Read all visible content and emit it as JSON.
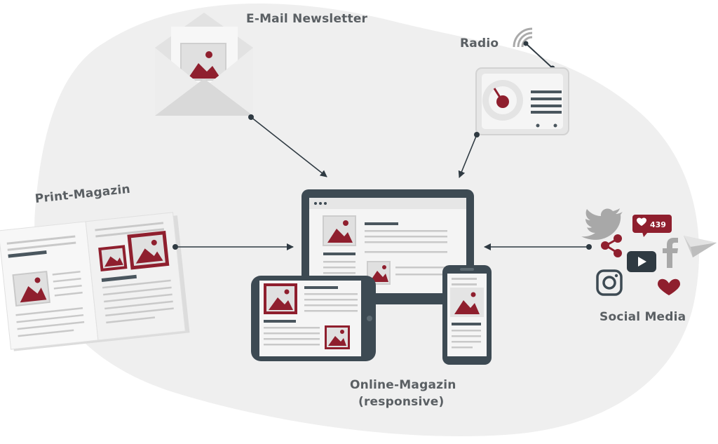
{
  "labels": {
    "email": "E-Mail Newsletter",
    "radio": "Radio",
    "print": "Print-Magazin",
    "social": "Social Media",
    "online_line1": "Online-Magazin",
    "online_line2": "(responsive)"
  },
  "social_badge": {
    "count": "439"
  },
  "icons": [
    "twitter-icon",
    "like-badge-icon",
    "share-icon",
    "youtube-icon",
    "facebook-icon",
    "paper-plane-icon",
    "instagram-icon",
    "heart-icon"
  ],
  "colors": {
    "accent": "#8f1f2e",
    "dark": "#3d4a53",
    "blob": "#efefef",
    "light_gray": "#d8d8d8",
    "text": "#5a5f63"
  }
}
